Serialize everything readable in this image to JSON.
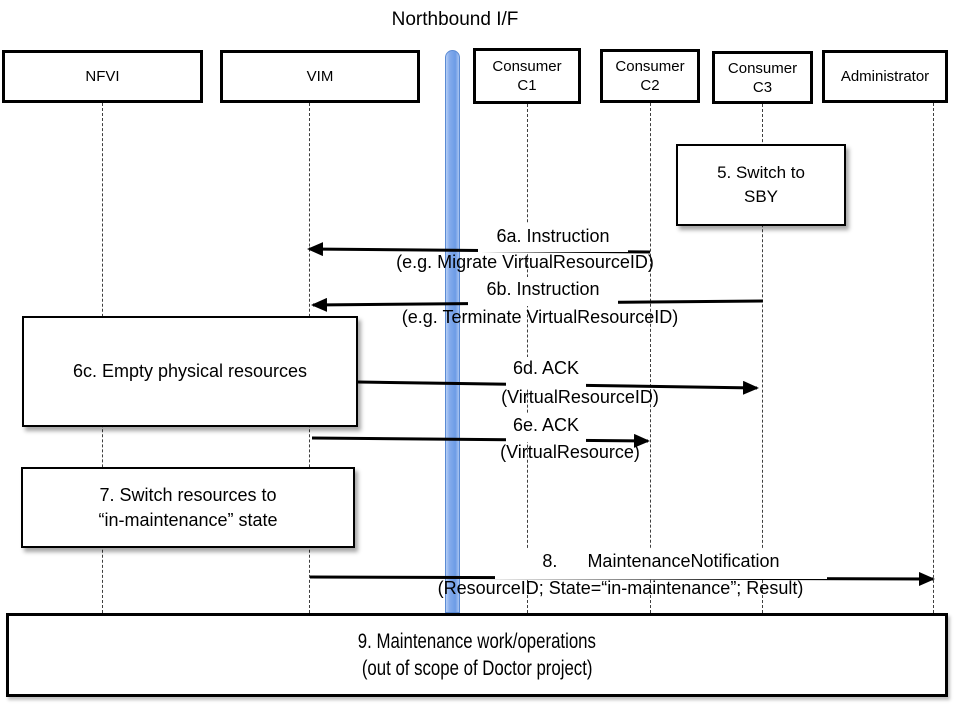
{
  "title": "Northbound I/F",
  "actors": {
    "nfvi": {
      "label": "NFVI"
    },
    "vim": {
      "label": "VIM"
    },
    "c1": {
      "line1": "Consumer",
      "line2": "C1"
    },
    "c2": {
      "line1": "Consumer",
      "line2": "C2"
    },
    "c3": {
      "line1": "Consumer",
      "line2": "C3"
    },
    "admin": {
      "label": "Administrator"
    }
  },
  "steps": {
    "s5": {
      "line1": "5. Switch to",
      "line2": "SBY"
    },
    "s6c": {
      "text": "6c. Empty physical resources"
    },
    "s7": {
      "line1": "7. Switch resources to",
      "line2": "“in-maintenance” state"
    },
    "s9": {
      "line1": "9. Maintenance work/operations",
      "line2": "(out of scope of Doctor project)"
    }
  },
  "messages": {
    "m6a": {
      "name": "6a. Instruction",
      "params": "(e.g. Migrate VirtualResourceID)"
    },
    "m6b": {
      "name": "6b. Instruction",
      "params": "(e.g. Terminate VirtualResourceID)"
    },
    "m6d": {
      "name": "6d. ACK",
      "params": "(VirtualResourceID)"
    },
    "m6e": {
      "name": "6e. ACK",
      "params": "(VirtualResource)"
    },
    "m8": {
      "name": "8.      MaintenanceNotification",
      "params": "(ResourceID; State=“in-maintenance”; Result)"
    }
  },
  "colors": {
    "bar_fill": "#6D9CE6",
    "bar_border": "#5B8BD4",
    "arrow": "#000000",
    "lifeline": "#3F3F3F"
  }
}
